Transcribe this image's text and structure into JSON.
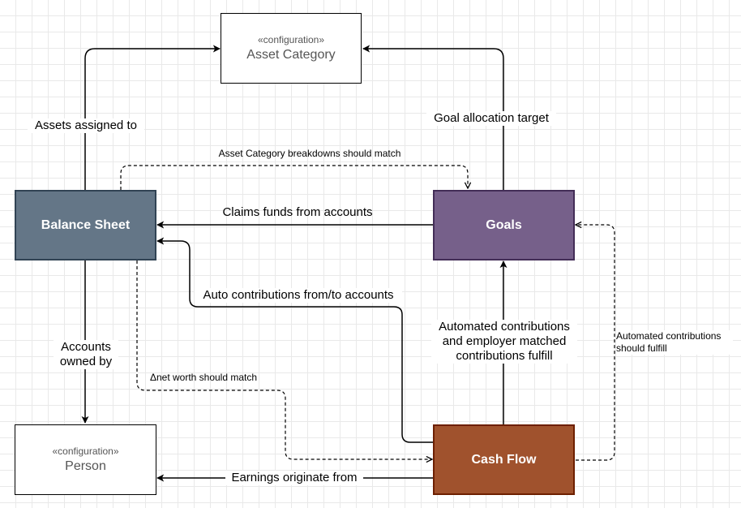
{
  "colors": {
    "balance_sheet_fill": "#647687",
    "balance_sheet_border": "#314354",
    "goals_fill": "#76608A",
    "goals_border": "#432D57",
    "cash_flow_fill": "#A0522D",
    "cash_flow_border": "#6D1F00",
    "config_fill": "#FFFFFF",
    "edge": "#000000"
  },
  "nodes": {
    "asset_category": {
      "stereotype": "«configuration»",
      "name": "Asset Category"
    },
    "person": {
      "stereotype": "«configuration»",
      "name": "Person"
    },
    "balance_sheet": {
      "name": "Balance Sheet"
    },
    "goals": {
      "name": "Goals"
    },
    "cash_flow": {
      "name": "Cash Flow"
    }
  },
  "edges": [
    {
      "id": "assets_assigned_to",
      "from": "Balance Sheet",
      "to": "Asset Category",
      "style": "solid",
      "label": "Assets assigned to"
    },
    {
      "id": "goal_allocation_target",
      "from": "Goals",
      "to": "Asset Category",
      "style": "solid",
      "label": "Goal allocation target"
    },
    {
      "id": "asset_category_breakdowns",
      "from": "Balance Sheet",
      "to": "Goals",
      "style": "dashed",
      "label": "Asset Category breakdowns should match"
    },
    {
      "id": "claims_funds",
      "from": "Goals",
      "to": "Balance Sheet",
      "style": "solid",
      "label": "Claims funds from accounts"
    },
    {
      "id": "auto_contributions",
      "from": "Cash Flow",
      "to": "Balance Sheet",
      "style": "solid",
      "label": "Auto contributions from/to accounts"
    },
    {
      "id": "accounts_owned_by",
      "from": "Balance Sheet",
      "to": "Person",
      "style": "solid",
      "label_lines": [
        "Accounts",
        "owned by"
      ]
    },
    {
      "id": "net_worth_match",
      "from": "Balance Sheet",
      "to": "Cash Flow",
      "style": "dashed",
      "label": "Δnet worth should match"
    },
    {
      "id": "automated_contributions_employer",
      "from": "Cash Flow",
      "to": "Goals",
      "style": "solid",
      "label_lines": [
        "Automated contributions",
        "and employer matched",
        "contributions fulfill"
      ]
    },
    {
      "id": "automated_contributions_fulfill",
      "from": "Cash Flow",
      "to": "Goals",
      "style": "dashed",
      "label_lines": [
        "Automated contributions",
        "should fulfill"
      ]
    },
    {
      "id": "earnings_originate",
      "from": "Cash Flow",
      "to": "Person",
      "style": "solid",
      "label": "Earnings originate from"
    }
  ]
}
